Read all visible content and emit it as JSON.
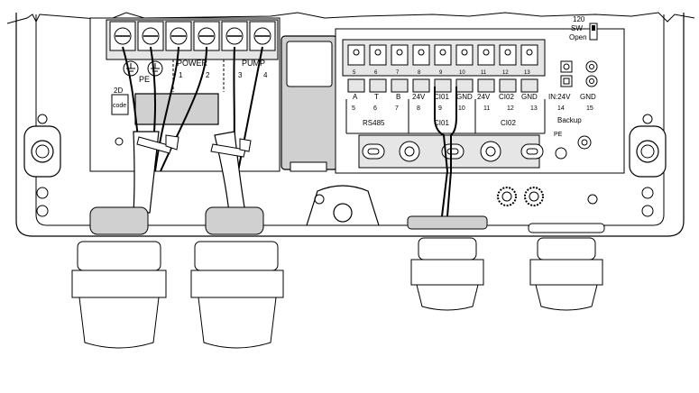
{
  "labels": {
    "pe_left": "PE",
    "power": "POWER",
    "power_t1": "1",
    "power_t2": "2",
    "pump": "PUMP",
    "pump_t3": "3",
    "pump_t4": "4",
    "code_2d_top": "2D",
    "code_2d_bottom": "code",
    "sw_top": "120",
    "sw_mid": "SW",
    "sw_open": "Open",
    "rs485": "RS485",
    "ci01": "CI01",
    "ci02": "CI02",
    "backup": "Backup",
    "pe_right": "PE",
    "in24v": "IN:24V",
    "gnd_backup": "GND"
  },
  "top_row_numbers": [
    "5",
    "6",
    "7",
    "8",
    "9",
    "10",
    "11",
    "12",
    "13"
  ],
  "signal_labels": [
    "A",
    "T",
    "B",
    "24V",
    "CI01",
    "GND",
    "24V",
    "CI02",
    "GND"
  ],
  "bottom_row_numbers": [
    "5",
    "6",
    "7",
    "8",
    "9",
    "10",
    "11",
    "12",
    "13",
    "14",
    "15"
  ],
  "colors": {
    "line": "#000000",
    "background": "#ffffff",
    "panel_fill": "#e6e6e6",
    "component_fill": "#d0d0d0"
  },
  "icons": [
    "ground-symbol-icon",
    "screw-terminal-icon",
    "cable-tie-icon",
    "cable-gland-icon",
    "rotary-switch-icon"
  ]
}
